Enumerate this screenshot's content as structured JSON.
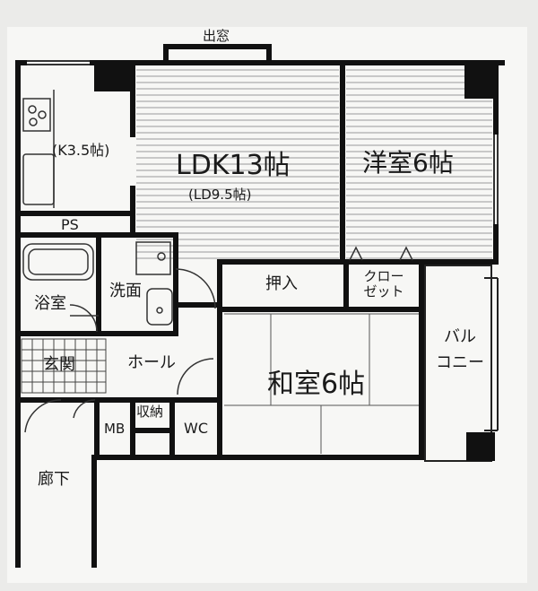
{
  "floor_plan": {
    "top_label": "出窓",
    "rooms": {
      "ldk": {
        "name": "LDK13帖",
        "sub": "(LD9.5帖)"
      },
      "western": {
        "name": "洋室6帖"
      },
      "kitchen": {
        "name": "(K3.5帖)"
      },
      "ps": {
        "name": "PS"
      },
      "bath": {
        "name": "浴室"
      },
      "washroom": {
        "name": "洗面"
      },
      "oshiire": {
        "name": "押入"
      },
      "closet": {
        "line1": "クロー",
        "line2": "ゼット"
      },
      "entrance": {
        "name": "玄関"
      },
      "hall": {
        "name": "ホール"
      },
      "japanese": {
        "name": "和室6帖"
      },
      "balcony": {
        "line1": "バル",
        "line2": "コニー"
      },
      "mb": {
        "name": "MB"
      },
      "storage": {
        "name": "収納"
      },
      "wc": {
        "name": "WC"
      },
      "corridor": {
        "name": "廊下"
      }
    },
    "colors": {
      "paper": "#f7f7f5",
      "wall": "#111111",
      "line": "#333333"
    }
  }
}
